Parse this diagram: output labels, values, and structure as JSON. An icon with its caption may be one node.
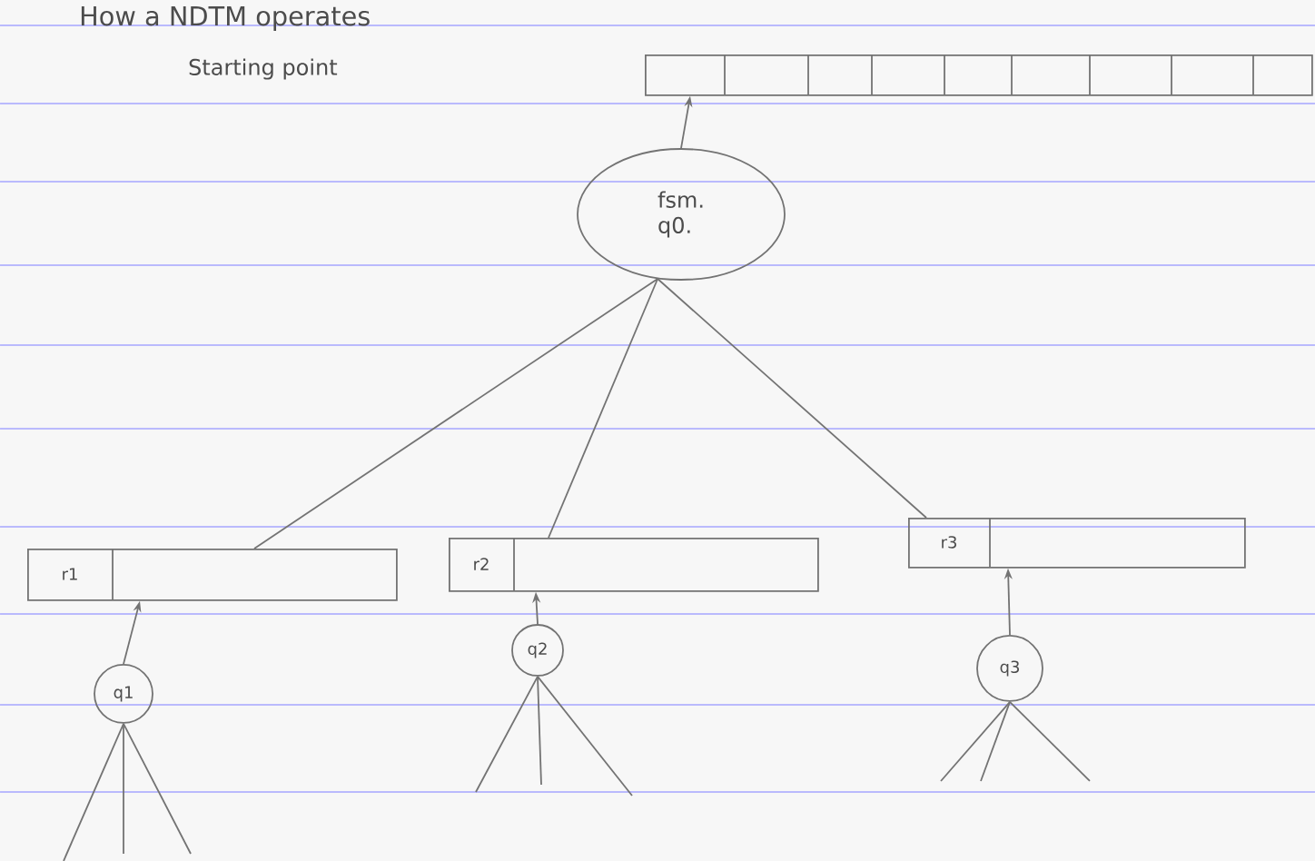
{
  "diagram": {
    "title": "How a NDTM operates",
    "nodes": [
      {
        "text": [],
        "shape": "box"
      },
      {
        "text": [
          "fsm.",
          "q0."
        ]
      },
      {
        "text": [
          "r1"
        ]
      },
      {
        "text": [
          "r2"
        ]
      },
      {
        "text": [
          "r3"
        ]
      },
      {
        "text": [
          "q1"
        ]
      },
      {
        "text": [
          "q2"
        ]
      },
      {
        "text": [
          "q3"
        ]
      }
    ],
    "edges": [
      {
        "from": 1,
        "to": 0,
        "arrow": "to"
      },
      {
        "from": 1,
        "to": 2,
        "arrow": "none"
      },
      {
        "from": 1,
        "to": 3,
        "arrow": "none"
      },
      {
        "from": 1,
        "to": 4,
        "arrow": "none"
      },
      {
        "from": 5,
        "to": 2,
        "arrow": "to"
      },
      {
        "from": 6,
        "to": 3,
        "arrow": "to"
      },
      {
        "from": 7,
        "to": 4,
        "arrow": "to"
      },
      {
        "from": 5,
        "to": null,
        "arrow": "none"
      },
      {
        "from": 5,
        "to": null,
        "arrow": "none"
      },
      {
        "from": 5,
        "to": null,
        "arrow": "none"
      },
      {
        "from": 6,
        "to": null,
        "arrow": "none"
      },
      {
        "from": 6,
        "to": null,
        "arrow": "none"
      },
      {
        "from": 6,
        "to": null,
        "arrow": "none"
      },
      {
        "from": 7,
        "to": null,
        "arrow": "none"
      },
      {
        "from": 7,
        "to": null,
        "arrow": "none"
      },
      {
        "from": 7,
        "to": null,
        "arrow": "none"
      }
    ],
    "labels": [
      "Starting point"
    ]
  }
}
